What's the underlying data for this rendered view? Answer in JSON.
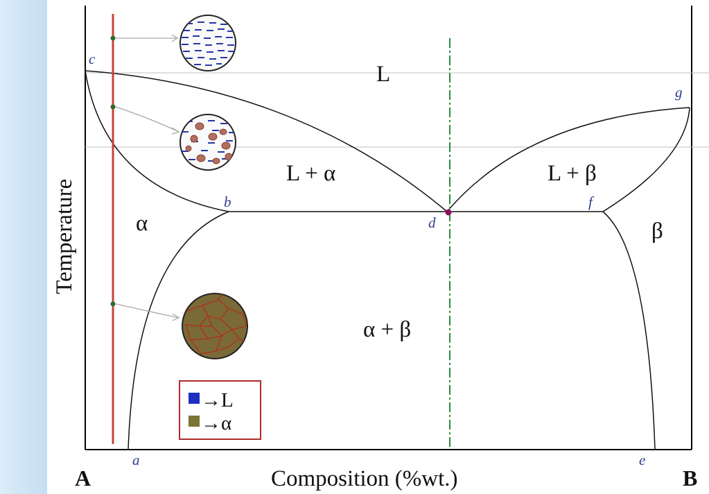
{
  "diagram": {
    "y_axis_label": "Temperature",
    "x_axis_label": "Composition (%wt.)",
    "left_component": "A",
    "right_component": "B",
    "points": {
      "a": "a",
      "b": "b",
      "c": "c",
      "d": "d",
      "e": "e",
      "f": "f",
      "g": "g"
    },
    "regions": {
      "liquid": "L",
      "l_alpha": "L + α",
      "l_beta": "L + β",
      "alpha": "α",
      "beta": "β",
      "alpha_beta": "α + β"
    },
    "legend": [
      {
        "symbol": "■",
        "color": "#1c2fbf",
        "text": "→L"
      },
      {
        "symbol": "■",
        "color": "#7a7436",
        "text": "→α"
      }
    ],
    "colors": {
      "alloy_line": "#c8433a",
      "eutectic_line": "#2a8a3a",
      "eutectic_point": "#8a1060",
      "marker": "#2e6a2e",
      "liquid_dash": "#2536a8",
      "alpha_grain": "#7a6a38",
      "grain_boundary": "#b03018",
      "droplet": "#b07060"
    }
  }
}
